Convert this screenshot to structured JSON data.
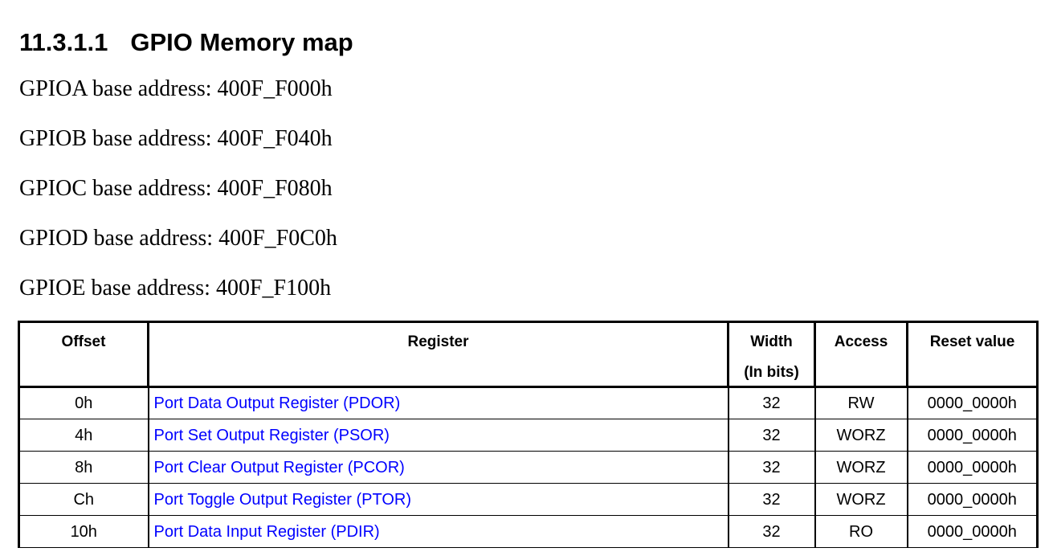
{
  "heading": {
    "number": "11.3.1.1",
    "title": "GPIO Memory map"
  },
  "base_addresses": [
    {
      "text": "GPIOA base address: 400F_F000h"
    },
    {
      "text": "GPIOB base address: 400F_F040h"
    },
    {
      "text": "GPIOC base address: 400F_F080h"
    },
    {
      "text": "GPIOD base address: 400F_F0C0h"
    },
    {
      "text": "GPIOE base address: 400F_F100h"
    }
  ],
  "table": {
    "headers": {
      "offset": "Offset",
      "register": "Register",
      "width": "Width",
      "width_sub": "(In bits)",
      "access": "Access",
      "reset": "Reset value"
    },
    "rows": [
      {
        "offset": "0h",
        "register": "Port Data Output Register (PDOR)",
        "width": "32",
        "access": "RW",
        "reset": "0000_0000h"
      },
      {
        "offset": "4h",
        "register": "Port Set Output Register (PSOR)",
        "width": "32",
        "access": "WORZ",
        "reset": "0000_0000h"
      },
      {
        "offset": "8h",
        "register": "Port Clear Output Register (PCOR)",
        "width": "32",
        "access": "WORZ",
        "reset": "0000_0000h"
      },
      {
        "offset": "Ch",
        "register": "Port Toggle Output Register (PTOR)",
        "width": "32",
        "access": "WORZ",
        "reset": "0000_0000h"
      },
      {
        "offset": "10h",
        "register": "Port Data Input Register (PDIR)",
        "width": "32",
        "access": "RO",
        "reset": "0000_0000h"
      }
    ]
  },
  "colors": {
    "link": "#0000ff",
    "text": "#000000",
    "rule": "#000000"
  }
}
